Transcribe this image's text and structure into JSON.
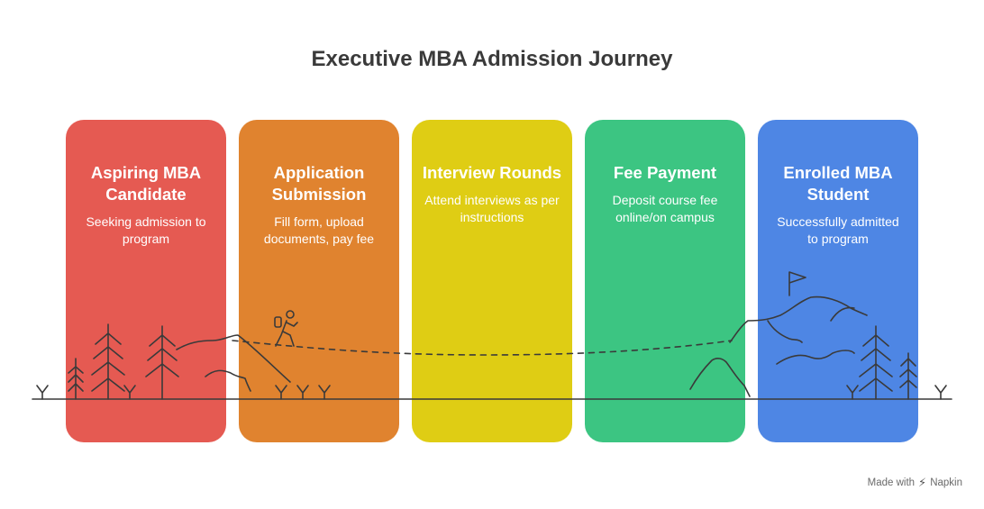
{
  "title": "Executive MBA Admission Journey",
  "stages": [
    {
      "title": "Aspiring MBA Candidate",
      "description": "Seeking admission to program",
      "color": "#e55a52"
    },
    {
      "title": "Application Submission",
      "description": "Fill form, upload documents, pay fee",
      "color": "#e0832f"
    },
    {
      "title": "Interview Rounds",
      "description": "Attend interviews as per instructions",
      "color": "#dfcd14"
    },
    {
      "title": "Fee Payment",
      "description": "Deposit course fee online/on campus",
      "color": "#3cc582"
    },
    {
      "title": "Enrolled MBA Student",
      "description": "Successfully admitted to program",
      "color": "#4e86e4"
    }
  ],
  "footer": {
    "made_with": "Made with",
    "brand": "Napkin"
  },
  "colors": {
    "line": "#3a3a3a",
    "title_text": "#3a3a3a"
  },
  "icons": [
    "hiker-icon",
    "flag-icon",
    "tree-icon",
    "mountain-icon"
  ]
}
